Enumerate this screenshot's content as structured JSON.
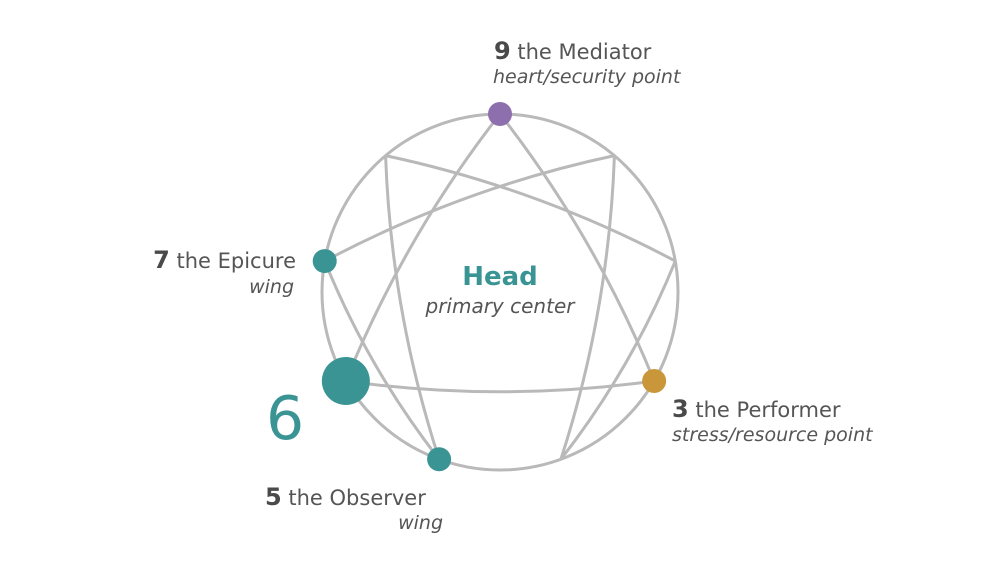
{
  "colors": {
    "teal": "#3a9494",
    "purple": "#8e6fae",
    "gold": "#c9973a",
    "line": "#b9b9b9",
    "text": "#555555"
  },
  "center": {
    "title": "Head",
    "subtitle": "primary center"
  },
  "main_type": {
    "number": "6"
  },
  "labels": {
    "mediator": {
      "number": "9",
      "name": "the Mediator",
      "role": "heart/security point"
    },
    "epicure": {
      "number": "7",
      "name": "the Epicure",
      "role": "wing"
    },
    "observer": {
      "number": "5",
      "name": "the Observer",
      "role": "wing"
    },
    "performer": {
      "number": "3",
      "name": "the Performer",
      "role": "stress/resource point"
    }
  },
  "nodes": [
    {
      "type": 9,
      "color": "#8e6fae",
      "size": "small"
    },
    {
      "type": 7,
      "color": "#3a9494",
      "size": "small"
    },
    {
      "type": 6,
      "color": "#3a9494",
      "size": "large"
    },
    {
      "type": 5,
      "color": "#3a9494",
      "size": "small"
    },
    {
      "type": 3,
      "color": "#c9973a",
      "size": "small"
    }
  ],
  "connections": [
    [
      9,
      3
    ],
    [
      3,
      6
    ],
    [
      6,
      9
    ],
    [
      1,
      4
    ],
    [
      4,
      2
    ],
    [
      2,
      8
    ],
    [
      8,
      5
    ],
    [
      5,
      7
    ],
    [
      7,
      1
    ]
  ]
}
